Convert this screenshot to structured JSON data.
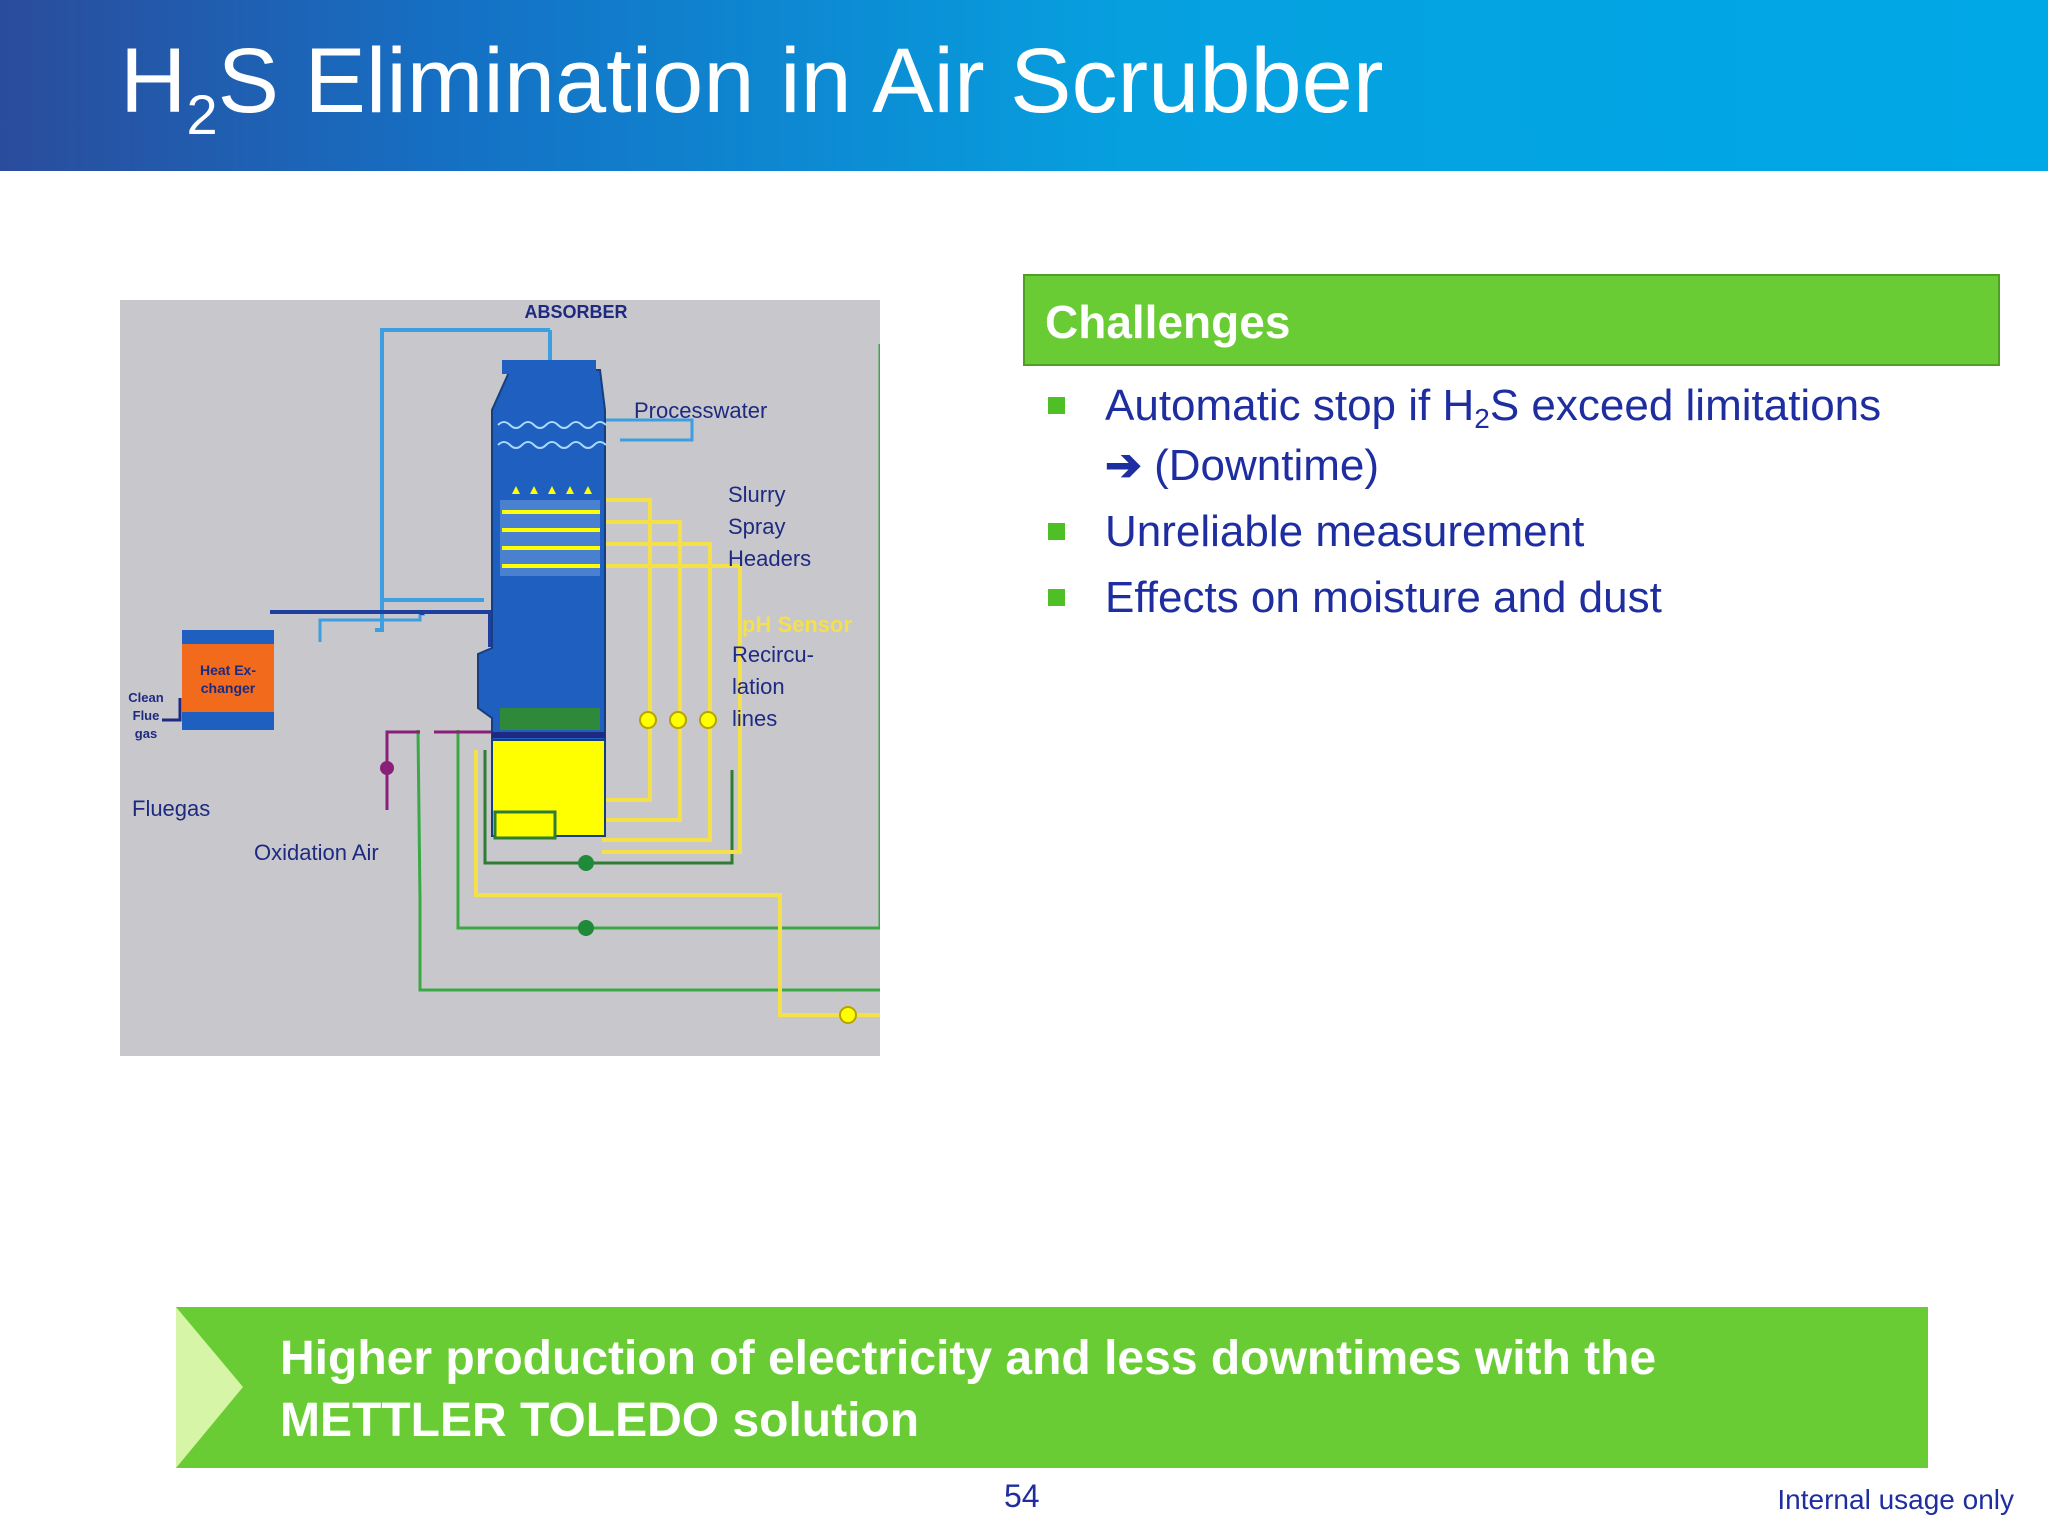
{
  "slide": {
    "title_prefix": "H",
    "title_sub": "2",
    "title_rest": "S Elimination in Air Scrubber",
    "page_number": "54",
    "footer_note": "Internal usage only"
  },
  "diagram": {
    "labels": {
      "absorber": "ABSORBER",
      "processwater": "Processwater",
      "slurry": "Slurry",
      "spray": "Spray",
      "headers": "Headers",
      "ph_sensor": "pH Sensor",
      "recircu": "Recircu-",
      "lation": "lation",
      "lines": "lines",
      "heat_ex_1": "Heat Ex-",
      "heat_ex_2": "changer",
      "clean": "Clean",
      "flue": "Flue",
      "gas": "gas",
      "fluegas": "Fluegas",
      "oxidation_air": "Oxidation Air"
    },
    "colors": {
      "background": "#c8c8cc",
      "tower_blue": "#1f5fbf",
      "slurry_yellow": "#ffff00",
      "line_yellow": "#f4e04a",
      "line_green": "#3aa845",
      "line_blue": "#3d9ee0",
      "line_purple": "#8a1f7a",
      "heat_exchanger_orange": "#f26b1d",
      "label_navy": "#1e2a80"
    }
  },
  "challenges": {
    "heading": "Challenges",
    "items": [
      {
        "pre": "Automatic stop if H",
        "sub": "2",
        "post": "S exceed limitations",
        "arrow": "➔",
        "cont": " (Downtime)"
      },
      {
        "text": "Unreliable measurement"
      },
      {
        "text": "Effects on moisture and dust"
      }
    ]
  },
  "banner": {
    "line1": "Higher production of electricity and less downtimes with the",
    "line2": "METTLER TOLEDO solution"
  },
  "colors": {
    "header_gradient": [
      "#2b4c9c",
      "#06a0df"
    ],
    "accent_green": "#6acc35",
    "text_navy": "#1e2ea0"
  }
}
